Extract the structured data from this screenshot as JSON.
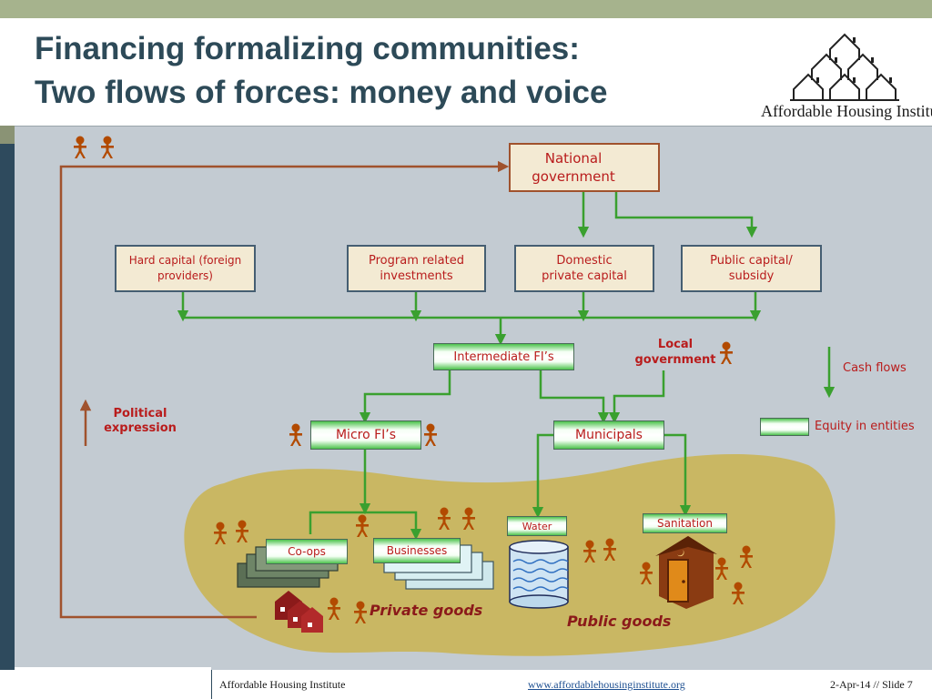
{
  "slide": {
    "title_line1": "Financing formalizing communities:",
    "title_line2": "Two flows of forces: money and voice",
    "logo_text": "Affordable Housing Institute"
  },
  "nodes": {
    "national_government": "National government",
    "hard_capital": "Hard capital (foreign providers)",
    "program_investments": "Program related investments",
    "domestic_capital": "Domestic private capital",
    "public_capital": "Public capital/ subsidy",
    "intermediate_fi": "Intermediate FI’s",
    "local_government": "Local government",
    "micro_fi": "Micro FI’s",
    "municipals": "Municipals",
    "coops": "Co-ops",
    "businesses": "Businesses",
    "water": "Water",
    "sanitation": "Sanitation",
    "private_goods": "Private goods",
    "public_goods": "Public goods"
  },
  "legend": {
    "cash_flows": "Cash flows",
    "equity": "Equity in entities",
    "political_expression": "Political expression"
  },
  "colors": {
    "cash_flow_arrow": "#3aa02f",
    "political_arrow": "#a0522d",
    "person_icon": "#b24a00",
    "island": "#c9b763",
    "title": "#2d4a58",
    "label_red": "#b91c1c"
  },
  "footer": {
    "org": "Affordable Housing Institute",
    "url": "www.affordablehousinginstitute.org",
    "slide": "2-Apr-14 // Slide 7"
  }
}
